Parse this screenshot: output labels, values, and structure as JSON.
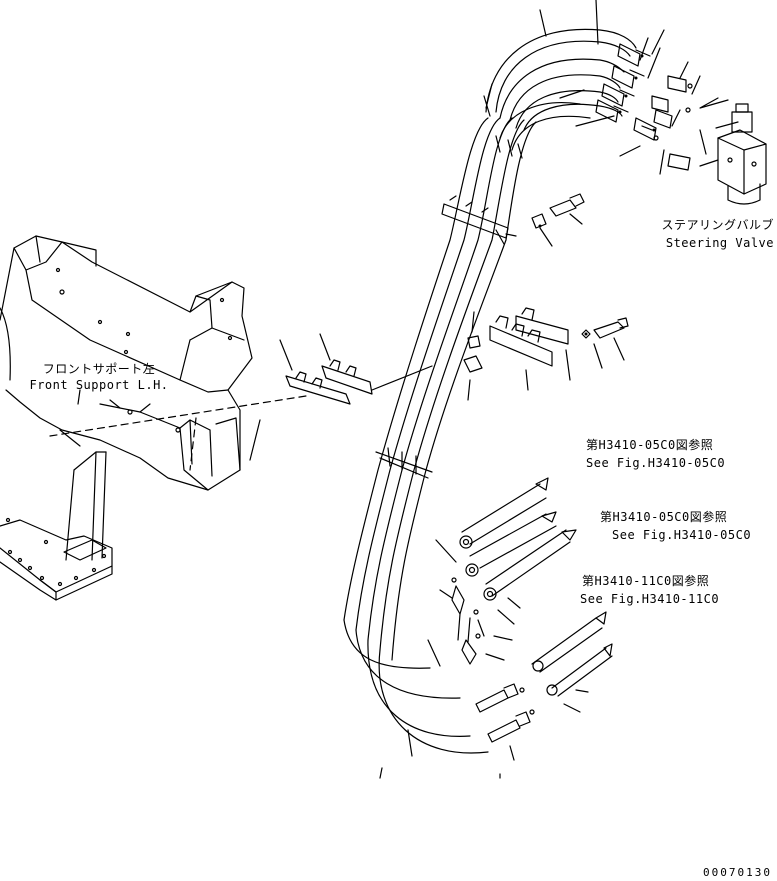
{
  "labels": {
    "steering_valve_jp": "ステアリングバルブ",
    "steering_valve_en": "Steering Valve",
    "front_support_jp": "フロントサポート左",
    "front_support_en": "Front Support L.H.",
    "ref1_jp": "第H3410-05C0図参照",
    "ref1_en": "See Fig.H3410-05C0",
    "ref2_jp": "第H3410-05C0図参照",
    "ref2_en": "See Fig.H3410-05C0",
    "ref3_jp": "第H3410-11C0図参照",
    "ref3_en": "See Fig.H3410-11C0",
    "drawing_number": "00070130"
  },
  "colors": {
    "line": "#000000",
    "background": "#ffffff"
  }
}
